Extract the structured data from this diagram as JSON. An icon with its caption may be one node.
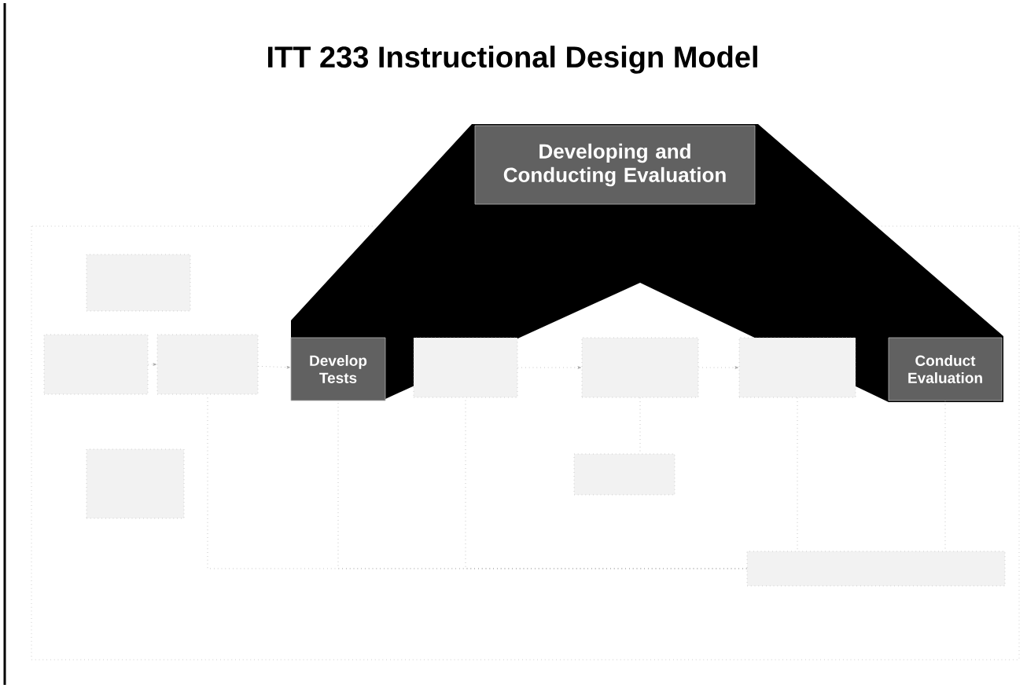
{
  "diagram": {
    "title": "ITT 233 Instructional Design Model",
    "nodes": [
      {
        "text": [
          "Developing and Conducting Evaluation"
        ]
      },
      {
        "text": [],
        "shape": "box"
      },
      {
        "text": [],
        "shape": "box"
      },
      {
        "text": [],
        "shape": "box"
      },
      {
        "text": [
          "Develop Tests"
        ]
      },
      {
        "text": [],
        "shape": "box"
      },
      {
        "text": [],
        "shape": "box"
      },
      {
        "text": [],
        "shape": "box"
      },
      {
        "text": [
          "Conduct Evaluation"
        ]
      },
      {
        "text": [],
        "shape": "box"
      },
      {
        "text": [],
        "shape": "box"
      },
      {
        "text": [],
        "shape": "box"
      }
    ],
    "edges": [
      {
        "from": 2,
        "to": 3,
        "arrow": "to"
      },
      {
        "from": 3,
        "to": 4,
        "arrow": "to"
      },
      {
        "from": 5,
        "to": 6,
        "arrow": "to"
      },
      {
        "from": 6,
        "to": 7,
        "arrow": "to"
      },
      {
        "from": 6,
        "to": 10,
        "arrow": "none"
      },
      {
        "from": 11,
        "to": 3,
        "arrow": "none"
      },
      {
        "from": 11,
        "to": 4,
        "arrow": "none"
      },
      {
        "from": 11,
        "to": 5,
        "arrow": "none"
      },
      {
        "from": 7,
        "to": 11,
        "arrow": "none"
      },
      {
        "from": 8,
        "to": 11,
        "arrow": "none"
      }
    ]
  }
}
